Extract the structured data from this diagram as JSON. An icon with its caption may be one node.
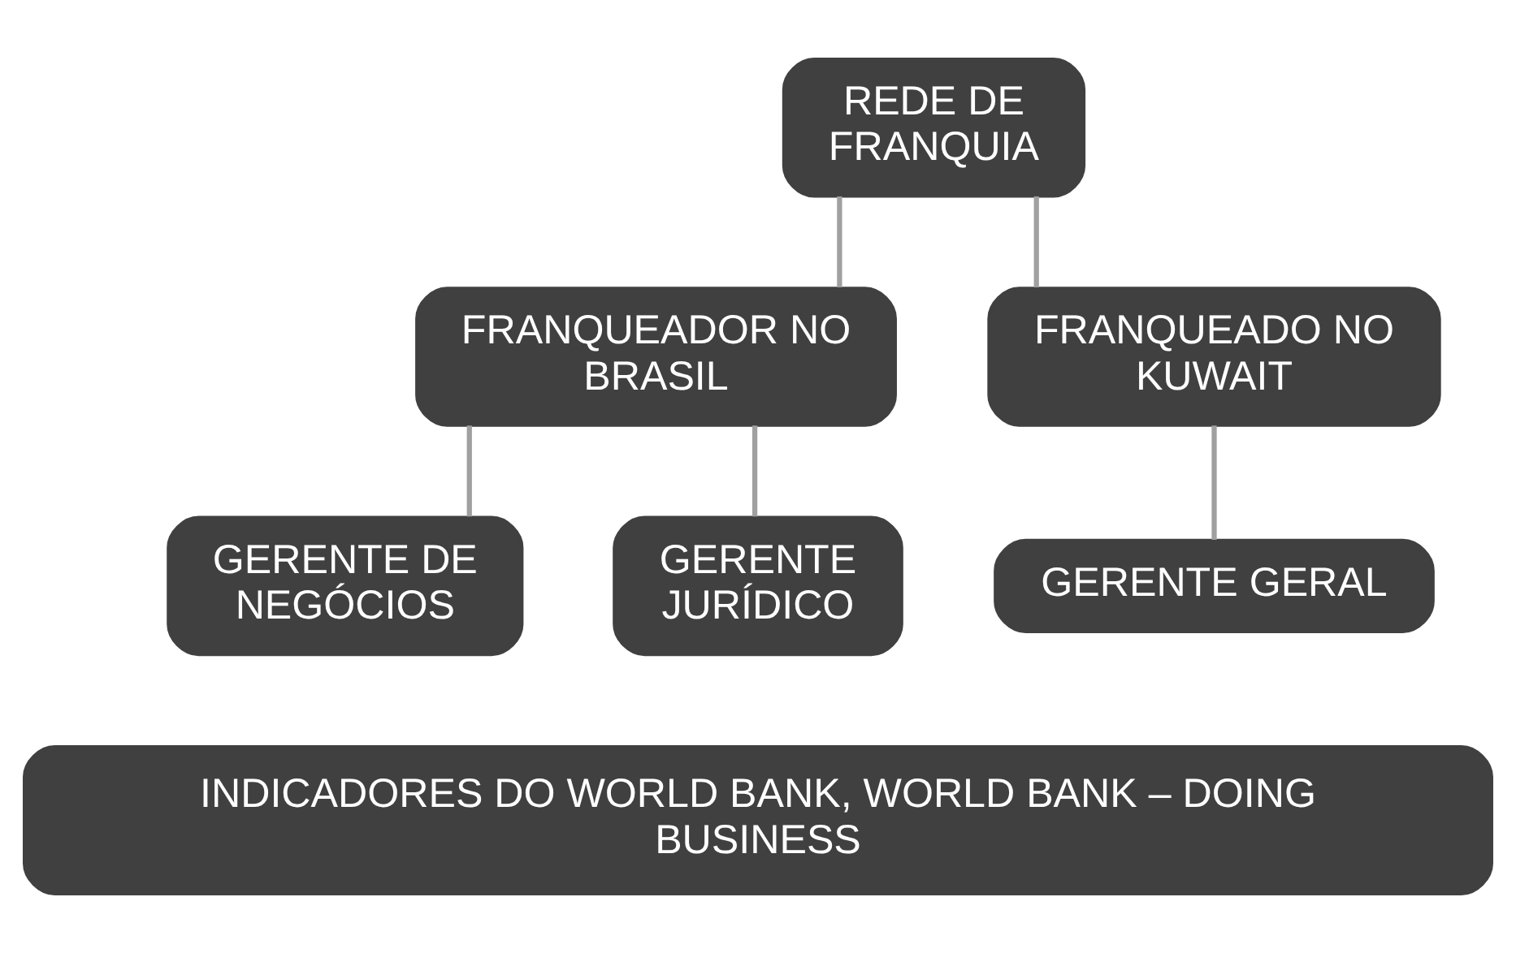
{
  "diagram": {
    "nodes": [
      {
        "text": [
          "REDE DE FRANQUIA"
        ]
      },
      {
        "text": [
          "FRANQUEADOR NO BRASIL"
        ]
      },
      {
        "text": [
          "FRANQUEADO NO KUWAIT"
        ]
      },
      {
        "text": [
          "GERENTE DE NEGÓCIOS"
        ]
      },
      {
        "text": [
          "GERENTE JURÍDICO"
        ]
      },
      {
        "text": [
          "GERENTE GERAL"
        ]
      },
      {
        "text": [
          "INDICADORES DO WORLD BANK, WORLD BANK – DOING BUSINESS"
        ]
      }
    ],
    "edges": [
      {
        "from": 0,
        "to": 1,
        "arrow": "none"
      },
      {
        "from": 0,
        "to": 2,
        "arrow": "none"
      },
      {
        "from": 1,
        "to": 3,
        "arrow": "none"
      },
      {
        "from": 1,
        "to": 4,
        "arrow": "none"
      },
      {
        "from": 2,
        "to": 5,
        "arrow": "none"
      }
    ]
  }
}
